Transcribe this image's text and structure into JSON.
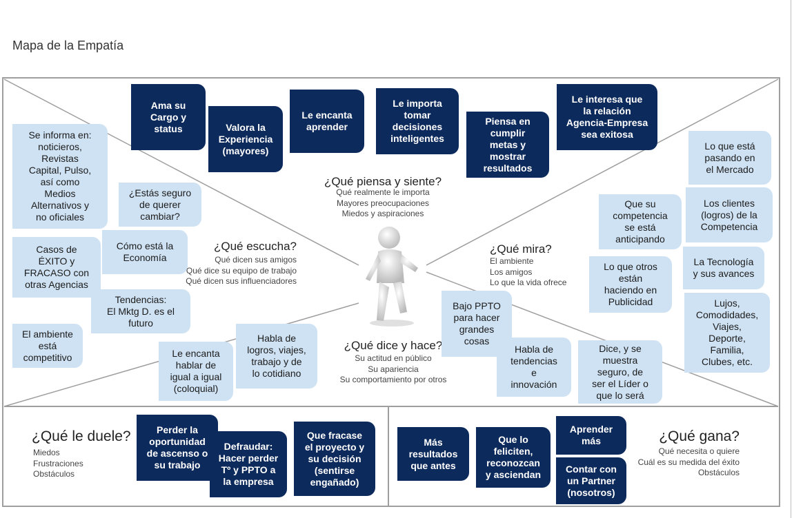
{
  "page_title": "Mapa de la Empatía",
  "sections": {
    "piensa": {
      "title": "¿Qué piensa y siente?",
      "sub": "Qué realmente le importa\nMayores preocupaciones\nMiedos y aspiraciones"
    },
    "escucha": {
      "title": "¿Qué escucha?",
      "sub": "Qué dicen sus amigos\nQué dice su equipo de trabajo\nQué dicen sus influenciadores"
    },
    "mira": {
      "title": "¿Qué mira?",
      "sub": "El ambiente\nLos amigos\nLo que la vida ofrece"
    },
    "dice": {
      "title": "¿Qué dice y hace?",
      "sub": "Su actitud en público\nSu apariencia\nSu comportamiento por otros"
    },
    "duele": {
      "title": "¿Qué le duele?",
      "sub": "Miedos\nFrustraciones\nObstáculos"
    },
    "gana": {
      "title": "¿Qué gana?",
      "sub": "Qué necesita o quiere\nCuál es su medida del éxito\nObstáculos"
    }
  },
  "notes": {
    "piensa": [
      "Ama su\nCargo y\nstatus",
      "Valora la\nExperiencia\n(mayores)",
      "Le encanta\naprender",
      "Le importa\ntomar\ndecisiones\ninteligentes",
      "Piensa en\ncumplir\nmetas y\nmostrar\nresultados",
      "Le interesa que\nla relación\nAgencia-Empresa\nsea exitosa"
    ],
    "escucha": [
      "Se informa en:\nnoticieros,\nRevistas\nCapital, Pulso,\nasí como\nMedios\nAlternativos y\nno oficiales",
      "¿Estás seguro\nde querer\ncambiar?",
      "Cómo está la\nEconomía",
      "Casos de\nÉXITO y\nFRACASO con\notras Agencias",
      "Tendencias:\nEl Mktg D. es el\nfuturo",
      "El ambiente\nestá\ncompetitivo"
    ],
    "mira": [
      "Lo que está\npasando en\nel Mercado",
      "Que su\ncompetencia\nse está\nanticipando",
      "Los clientes\n(logros) de la\nCompetencia",
      "Lo que otros\nestán\nhaciendo en\nPublicidad",
      "La Tecnología\ny sus avances",
      "Lujos,\nComodidades,\nViajes,\nDeporte,\nFamilia,\nClubes, etc."
    ],
    "dice": [
      "Le encanta\nhablar de\nigual a igual\n(coloquial)",
      "Habla de\nlogros, viajes,\ntrabajo y de\nlo cotidiano",
      "Bajo PPTO\npara hacer\ngrandes\ncosas",
      "Habla de\ntendencias\ne\ninnovación",
      "Dice, y se\nmuestra\nseguro, de\nser el Líder o\nque lo será"
    ],
    "duele": [
      "Perder la\noportunidad\nde ascenso o\nsu trabajo",
      "Defraudar:\nHacer perder\nTº y PPTO a\nla empresa",
      "Que fracase\nel proyecto y\nsu decisión\n(sentirse\nengañado)"
    ],
    "gana": [
      "Más\nresultados\nque antes",
      "Que lo\nfeliciten,\nreconozcan\ny asciendan",
      "Aprender\nmás",
      "Contar con\nun Partner\n(nosotros)"
    ]
  },
  "colors": {
    "dark_note": "#0d2a5c",
    "light_note": "#cfe2f3",
    "frame": "#9e9e9e"
  },
  "icons": {
    "center_figure": "person-figure-icon"
  }
}
